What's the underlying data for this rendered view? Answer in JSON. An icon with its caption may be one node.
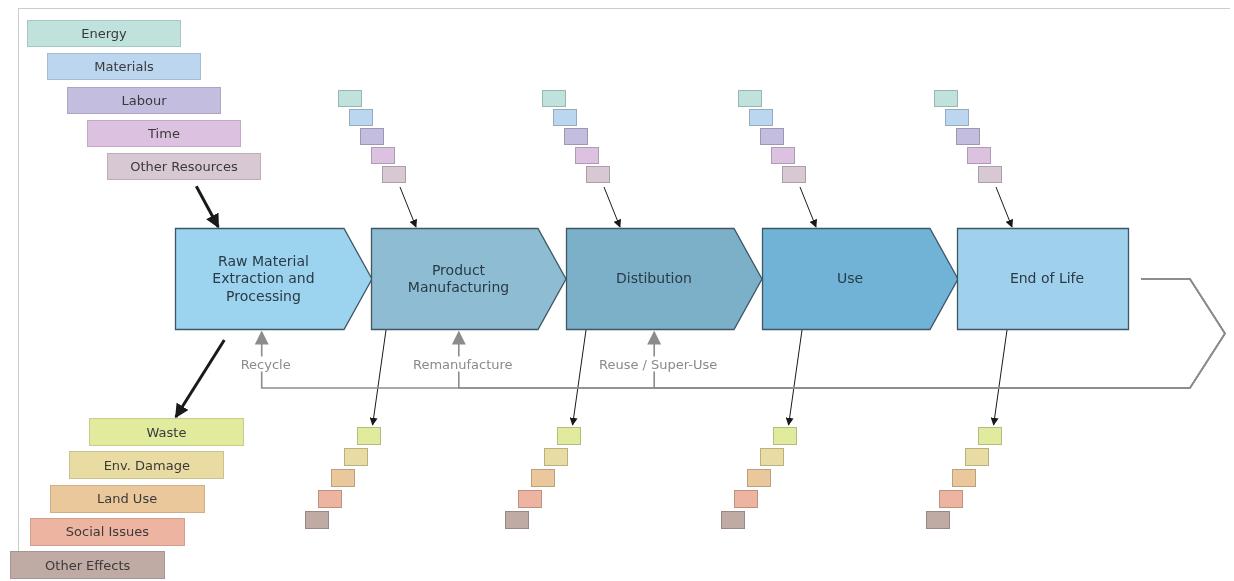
{
  "diagram": {
    "nodes": [
      {
        "text": [
          "Energy"
        ]
      },
      {
        "text": [
          "Materials"
        ]
      },
      {
        "text": [
          "Labour"
        ]
      },
      {
        "text": [
          "Time"
        ]
      },
      {
        "text": [
          "Other Resources"
        ]
      },
      {
        "text": [],
        "shape": "box"
      },
      {
        "text": [],
        "shape": "box"
      },
      {
        "text": [],
        "shape": "box"
      },
      {
        "text": [],
        "shape": "box"
      },
      {
        "text": [],
        "shape": "box"
      },
      {
        "text": [],
        "shape": "box"
      },
      {
        "text": [],
        "shape": "box"
      },
      {
        "text": [],
        "shape": "box"
      },
      {
        "text": [],
        "shape": "box"
      },
      {
        "text": [],
        "shape": "box"
      },
      {
        "text": [],
        "shape": "box"
      },
      {
        "text": [],
        "shape": "box"
      },
      {
        "text": [],
        "shape": "box"
      },
      {
        "text": [],
        "shape": "box"
      },
      {
        "text": [],
        "shape": "box"
      },
      {
        "text": [],
        "shape": "box"
      },
      {
        "text": [],
        "shape": "box"
      },
      {
        "text": [],
        "shape": "box"
      },
      {
        "text": [],
        "shape": "box"
      },
      {
        "text": [],
        "shape": "box"
      },
      {
        "text": [
          "Raw Material Extraction and Processing"
        ]
      },
      {
        "text": [
          "Product Manufacturing"
        ]
      },
      {
        "text": [
          "Distibution"
        ]
      },
      {
        "text": [
          "Use"
        ]
      },
      {
        "text": [
          "End of Life"
        ]
      },
      {
        "text": [],
        "shape": "box"
      },
      {
        "text": [],
        "shape": "box"
      },
      {
        "text": [],
        "shape": "box"
      },
      {
        "text": [],
        "shape": "box"
      },
      {
        "text": [],
        "shape": "box"
      },
      {
        "text": [],
        "shape": "box"
      },
      {
        "text": [],
        "shape": "box"
      },
      {
        "text": [],
        "shape": "box"
      },
      {
        "text": [],
        "shape": "box"
      },
      {
        "text": [],
        "shape": "box"
      },
      {
        "text": [],
        "shape": "box"
      },
      {
        "text": [],
        "shape": "box"
      },
      {
        "text": [],
        "shape": "box"
      },
      {
        "text": [],
        "shape": "box"
      },
      {
        "text": [],
        "shape": "box"
      },
      {
        "text": [],
        "shape": "box"
      },
      {
        "text": [],
        "shape": "box"
      },
      {
        "text": [],
        "shape": "box"
      },
      {
        "text": [],
        "shape": "box"
      },
      {
        "text": [],
        "shape": "box"
      },
      {
        "text": [
          "Waste"
        ]
      },
      {
        "text": [
          "Env. Damage"
        ]
      },
      {
        "text": [
          "Land Use"
        ]
      },
      {
        "text": [
          "Social Issues"
        ]
      },
      {
        "text": [
          "Other Effects"
        ]
      }
    ],
    "edges": [
      {
        "from": 4,
        "to": 25,
        "arrow": "to",
        "style": "thick"
      },
      {
        "from": 25,
        "to": 50,
        "arrow": "to",
        "style": "thick"
      },
      {
        "from": 9,
        "to": 26,
        "arrow": "to"
      },
      {
        "from": 14,
        "to": 27,
        "arrow": "to"
      },
      {
        "from": 19,
        "to": 28,
        "arrow": "to"
      },
      {
        "from": 24,
        "to": 29,
        "arrow": "to"
      },
      {
        "from": 26,
        "to": 30,
        "arrow": "to"
      },
      {
        "from": 27,
        "to": 35,
        "arrow": "to"
      },
      {
        "from": 28,
        "to": 40,
        "arrow": "to"
      },
      {
        "from": 29,
        "to": 45,
        "arrow": "to"
      },
      {
        "from": 29,
        "to": 25,
        "arrow": "to",
        "label": "Recycle",
        "color": "#8c8c8c"
      },
      {
        "from": 29,
        "to": 26,
        "arrow": "to",
        "label": "Remanufacture",
        "color": "#8c8c8c"
      },
      {
        "from": 29,
        "to": 27,
        "arrow": "to",
        "label": "Reuse / Super-Use",
        "color": "#8c8c8c"
      }
    ]
  }
}
